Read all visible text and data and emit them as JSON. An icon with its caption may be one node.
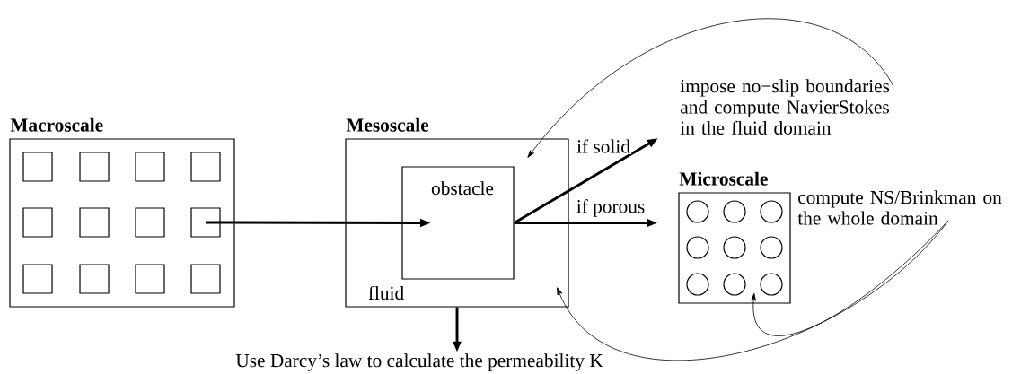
{
  "diagram": {
    "nodes": [
      {
        "text": [
          "Macroscale"
        ]
      },
      {
        "text": [],
        "shape": "box",
        "in": 0
      },
      {
        "text": [],
        "shape": "box",
        "in": 0
      },
      {
        "text": [],
        "shape": "box",
        "in": 0
      },
      {
        "text": [],
        "shape": "box",
        "in": 0
      },
      {
        "text": [],
        "shape": "box",
        "in": 0
      },
      {
        "text": [],
        "shape": "box",
        "in": 0
      },
      {
        "text": [],
        "shape": "box",
        "in": 0
      },
      {
        "text": [],
        "shape": "box",
        "in": 0
      },
      {
        "text": [],
        "shape": "box",
        "in": 0
      },
      {
        "text": [],
        "shape": "box",
        "in": 0
      },
      {
        "text": [],
        "shape": "box",
        "in": 0
      },
      {
        "text": [],
        "shape": "box",
        "in": 0
      },
      {
        "text": [
          "Mesoscale",
          "fluid"
        ]
      },
      {
        "text": [
          "obstacle"
        ],
        "in": 13
      },
      {
        "text": [
          "impose no−slip boundaries and compute NavierStokes in the fluid domain"
        ]
      },
      {
        "text": [
          "Microscale"
        ]
      },
      {
        "text": [],
        "shape": "circle",
        "in": 16
      },
      {
        "text": [],
        "shape": "circle",
        "in": 16
      },
      {
        "text": [],
        "shape": "circle",
        "in": 16
      },
      {
        "text": [],
        "shape": "circle",
        "in": 16
      },
      {
        "text": [],
        "shape": "circle",
        "in": 16
      },
      {
        "text": [],
        "shape": "circle",
        "in": 16
      },
      {
        "text": [],
        "shape": "circle",
        "in": 16
      },
      {
        "text": [],
        "shape": "circle",
        "in": 16
      },
      {
        "text": [],
        "shape": "circle",
        "in": 16
      },
      {
        "text": [
          "compute NS/Brinkman on the whole domain"
        ]
      },
      {
        "text": [
          "Use Darcy’s law to calculate the permeability K"
        ]
      }
    ],
    "edges": [
      {
        "from": 8,
        "to": 14,
        "arrow": "to"
      },
      {
        "from": 14,
        "to": 15,
        "arrow": "to",
        "label": "if solid"
      },
      {
        "from": 14,
        "to": 16,
        "arrow": "to",
        "label": "if porous"
      },
      {
        "from": 13,
        "to": 27,
        "arrow": "to"
      },
      {
        "from": 15,
        "to": 13,
        "arrow": "to"
      },
      {
        "from": 26,
        "to": 24,
        "arrow": "to"
      },
      {
        "from": 26,
        "to": 13,
        "arrow": "to"
      }
    ]
  }
}
